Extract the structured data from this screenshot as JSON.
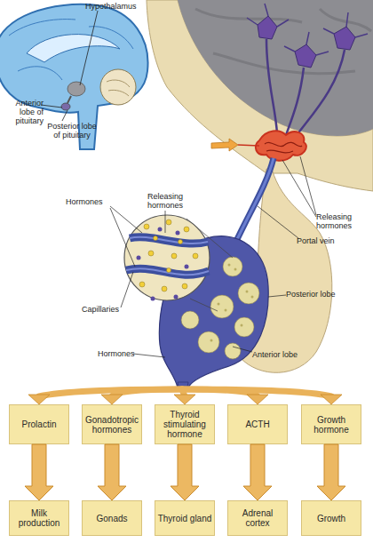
{
  "diagram": {
    "nodes": [
      {
        "text": [
          "Prolactin"
        ]
      },
      {
        "text": [
          "Gonadotropic hormones"
        ]
      },
      {
        "text": [
          "Thyroid stimulating hormone"
        ]
      },
      {
        "text": [
          "ACTH"
        ]
      },
      {
        "text": [
          "Growth hormone"
        ]
      },
      {
        "text": [
          "Milk production"
        ]
      },
      {
        "text": [
          "Gonads"
        ]
      },
      {
        "text": [
          "Thyroid gland"
        ]
      },
      {
        "text": [
          "Adrenal cortex"
        ]
      },
      {
        "text": [
          "Growth"
        ]
      }
    ],
    "edges": [
      {
        "from": 0,
        "to": 5,
        "arrow": "to"
      },
      {
        "from": 1,
        "to": 6,
        "arrow": "to"
      },
      {
        "from": 2,
        "to": 7,
        "arrow": "to"
      },
      {
        "from": 3,
        "to": 8,
        "arrow": "to"
      },
      {
        "from": 4,
        "to": 9,
        "arrow": "to"
      }
    ],
    "labels": [
      "Hypothalamus",
      "Anterior lobe of pituitary",
      "Posterior lobe of pituitary",
      "Releasing hormones",
      "Portal vein",
      "Hormones",
      "Releasing hormones",
      "Capillaries",
      "Posterior lobe",
      "Hormones",
      "Anterior lobe"
    ]
  }
}
